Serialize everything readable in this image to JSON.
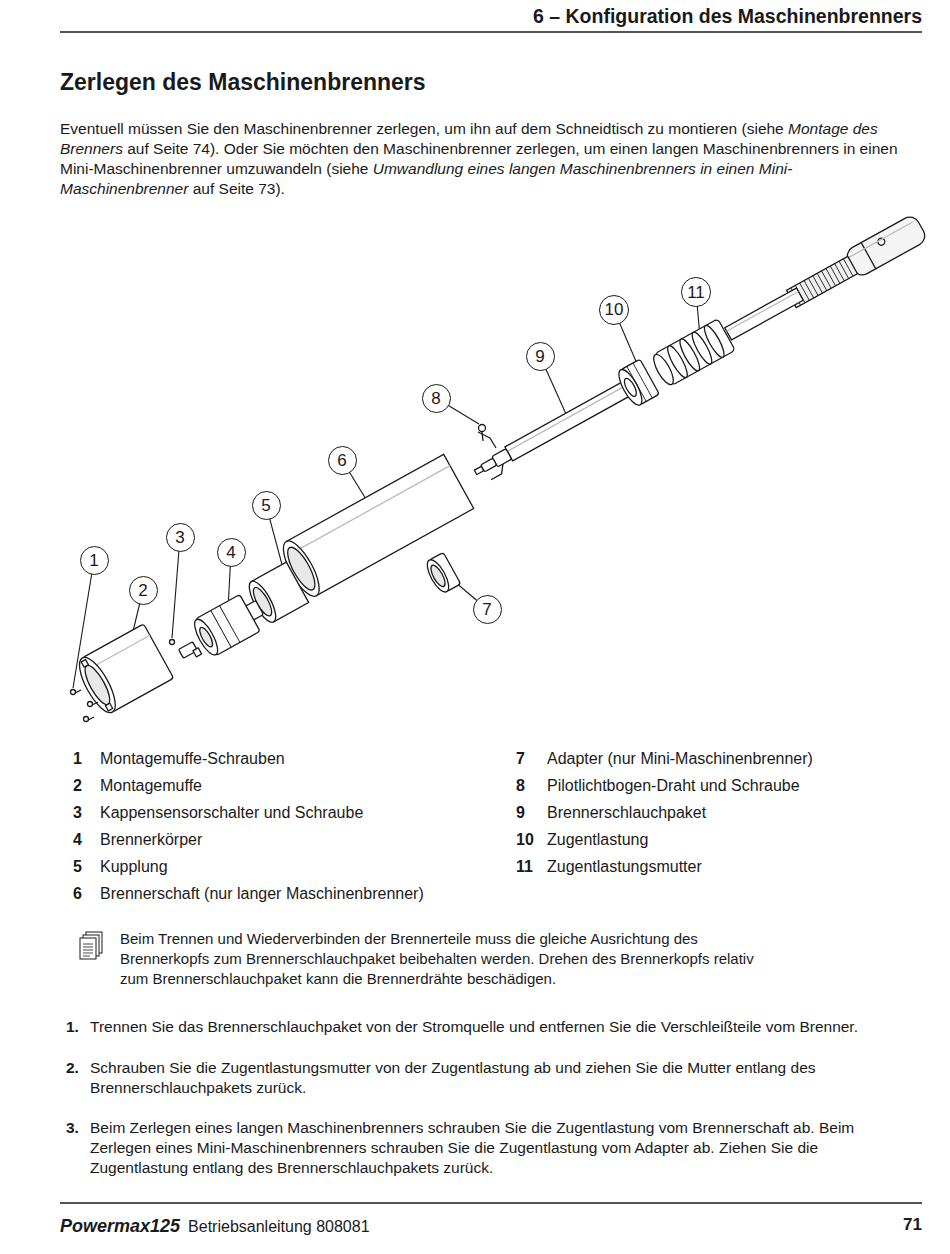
{
  "diagram": {
    "title": "Zerlegen des Maschinenbrenners",
    "nodes": [
      {
        "text": [
          "1"
        ]
      },
      {
        "text": [
          "2"
        ]
      },
      {
        "text": [
          "3"
        ]
      },
      {
        "text": [
          "4"
        ]
      },
      {
        "text": [
          "5"
        ]
      },
      {
        "text": [
          "6"
        ]
      },
      {
        "text": [
          "7"
        ]
      },
      {
        "text": [
          "8"
        ]
      },
      {
        "text": [
          "9"
        ]
      },
      {
        "text": [
          "10"
        ]
      },
      {
        "text": [
          "11"
        ]
      }
    ],
    "labels": [
      "6 – Konfiguration des Maschinenbrenners",
      "Eventuell müssen Sie den Maschinenbrenner zerlegen, um ihn auf dem Schneidtisch zu montieren (siehe ",
      "Montage des Brenners",
      " auf Seite 74). Oder Sie möchten den Maschinenbrenner zerlegen, um einen langen Maschinenbrenners in einen Mini-Maschinenbrenner umzuwandeln (siehe ",
      "Umwandlung eines langen Maschinenbrenners in einen Mini-Maschinenbrenner",
      " auf Seite 73).",
      "1",
      "Montagemuffe-Schrauben",
      "2",
      "Montagemuffe",
      "3",
      "Kappensensorschalter und Schraube",
      "4",
      "Brennerkörper",
      "5",
      "Kupplung",
      "6",
      "Brennerschaft (nur langer Maschinenbrenner)",
      "7",
      "Adapter (nur Mini-Maschinenbrenner)",
      "8",
      "Pilotlichtbogen-Draht und Schraube",
      "9",
      "Brennerschlauchpaket",
      "10",
      "Zugentlastung",
      "11",
      "Zugentlastungsmutter",
      "Beim Trennen und Wiederverbinden der Brennerteile muss die gleiche Ausrichtung des Brennerkopfs zum Brennerschlauchpaket beibehalten werden. Drehen des Brennerkopfs relativ zum Brennerschlauchpaket kann die Brennerdrähte beschädigen.",
      "1.",
      "Trennen Sie das Brennerschlauchpaket von der Stromquelle und entfernen Sie die Verschleißteile vom Brenner.",
      "2.",
      "Schrauben Sie die Zugentlastungsmutter von der Zugentlastung ab und ziehen Sie die Mutter entlang des Brennerschlauchpakets zurück.",
      "3.",
      "Beim Zerlegen eines langen Maschinenbrenners schrauben Sie die Zugentlastung vom Brennerschaft ab. Beim Zerlegen eines Mini-Maschinenbrenners schrauben Sie die Zugentlastung vom Adapter ab. Ziehen Sie die Zugentlastung entlang des Brennerschlauchpakets zurück.",
      "Powermax125",
      "Betriebsanleitung 808081",
      "71"
    ]
  }
}
